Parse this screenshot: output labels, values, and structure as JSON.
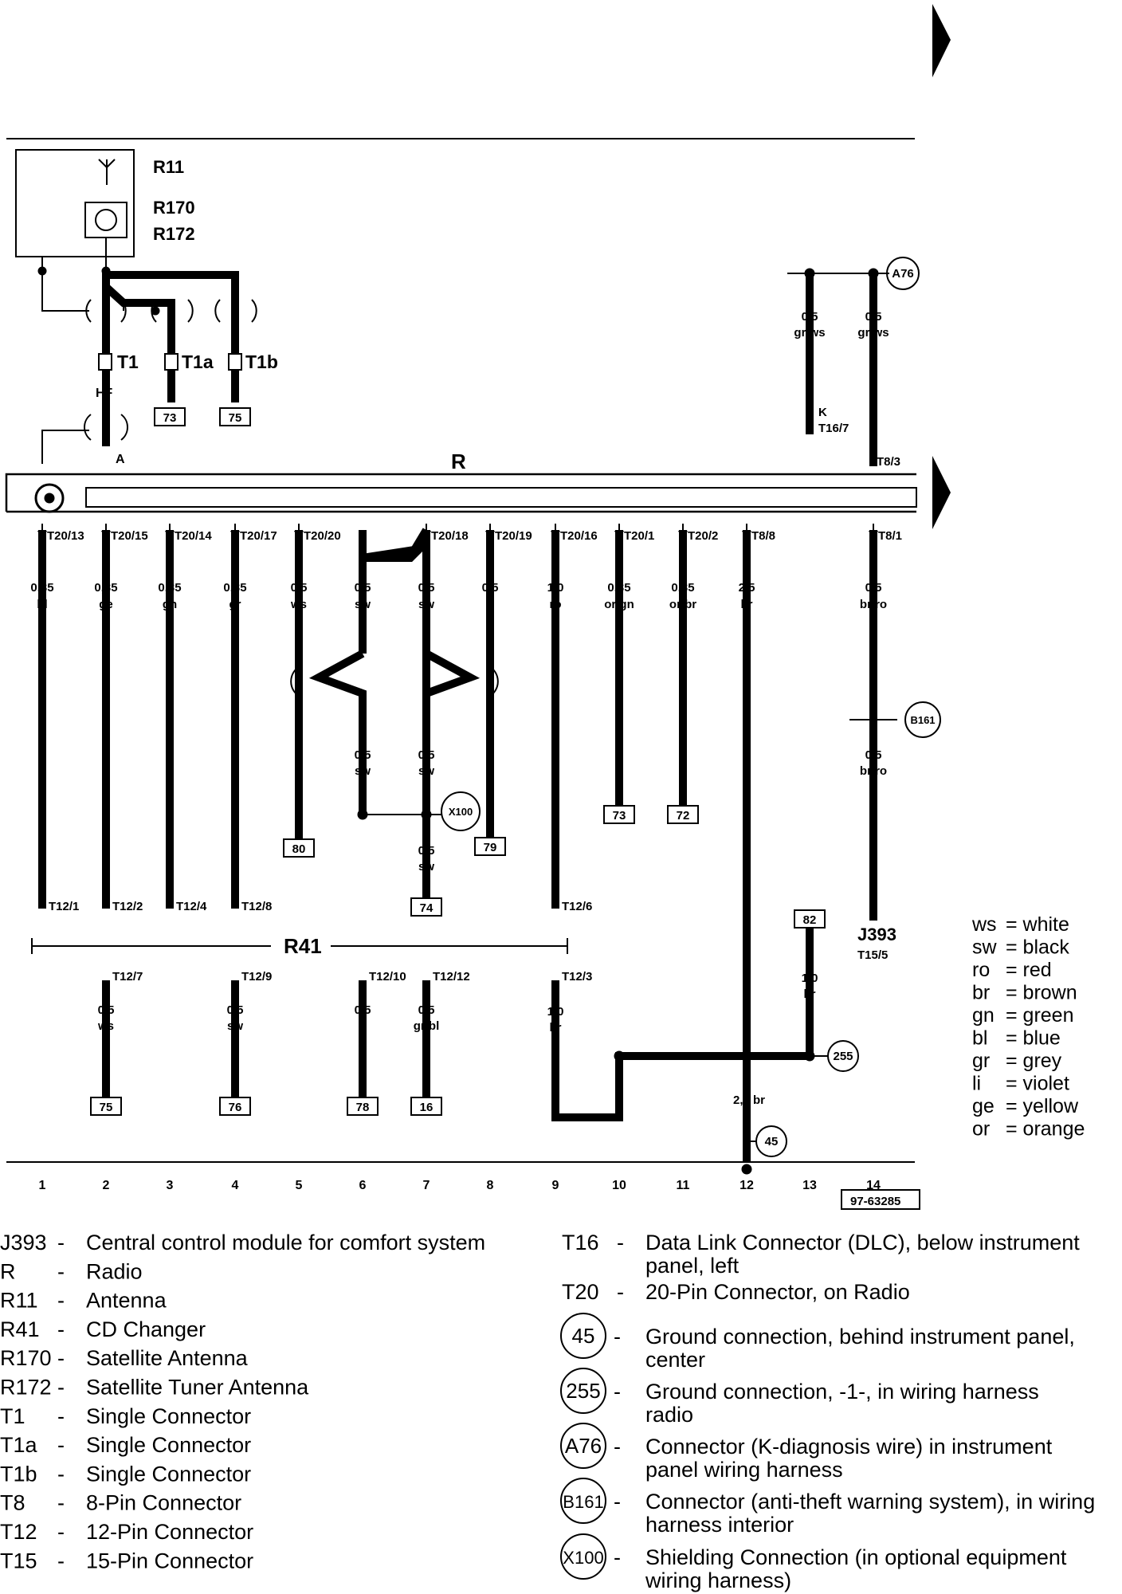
{
  "components": {
    "r11": "R11",
    "r170": "R170",
    "r172": "R172",
    "radio": "R",
    "r41": "R41",
    "j393": "J393",
    "j393_pin": "T15/5",
    "t1": "T1",
    "t1a": "T1a",
    "t1b": "T1b",
    "hf": "HF",
    "a": "A",
    "k": "K",
    "t16_7": "T16/7",
    "t8_3": "T8/3"
  },
  "diagram_id": "97-63285",
  "top_wires": [
    {
      "size": "0,5",
      "color": "gr/ws"
    },
    {
      "size": "0,5",
      "color": "gr/ws"
    }
  ],
  "radio_pins": [
    "T20/13",
    "T20/15",
    "T20/14",
    "T20/17",
    "T20/20",
    "T20/18",
    "T20/19",
    "T20/16",
    "T20/1",
    "T20/2",
    "T8/8",
    "T8/1"
  ],
  "main_wires": [
    {
      "size": "0,35",
      "color": "bl"
    },
    {
      "size": "0,35",
      "color": "ge"
    },
    {
      "size": "0,35",
      "color": "gn"
    },
    {
      "size": "0,35",
      "color": "gr"
    },
    {
      "size": "0,5",
      "color": "ws"
    },
    {
      "size": "0,5",
      "color": "sw"
    },
    {
      "size": "0,5",
      "color": "sw"
    },
    {
      "size": "0,5",
      "color": "li"
    },
    {
      "size": "1,0",
      "color": "ro"
    },
    {
      "size": "0,35",
      "color": "or/gn"
    },
    {
      "size": "0,35",
      "color": "or/br"
    },
    {
      "size": "2,5",
      "color": "br"
    },
    {
      "size": "0,5",
      "color": "br/ro"
    }
  ],
  "mid_wires": [
    {
      "size": "0,5",
      "color": "sw"
    },
    {
      "size": "0,5",
      "color": "sw"
    },
    {
      "size": "0,5",
      "color": "br/ro"
    },
    {
      "size": "0,5",
      "color": "sw"
    }
  ],
  "r41_pins_top": [
    "T12/1",
    "T12/2",
    "T12/4",
    "T12/8",
    "T12/6"
  ],
  "r41_pins_bottom": [
    "T12/7",
    "T12/9",
    "T12/10",
    "T12/12",
    "T12/3"
  ],
  "lower_wires": [
    {
      "size": "0,5",
      "color": "ws"
    },
    {
      "size": "0,5",
      "color": "sw"
    },
    {
      "size": "0,5",
      "color": "li"
    },
    {
      "size": "0,5",
      "color": "gr/bl"
    },
    {
      "size": "1,0",
      "color": "br"
    },
    {
      "size": "1,0",
      "color": "br"
    },
    {
      "size": "2,5",
      "color": "br"
    }
  ],
  "ref_boxes": [
    "73",
    "75",
    "80",
    "79",
    "74",
    "73",
    "72",
    "82",
    "75",
    "76",
    "78",
    "16"
  ],
  "circles": [
    "A76",
    "B161",
    "X100",
    "255",
    "45"
  ],
  "columns": [
    "1",
    "2",
    "3",
    "4",
    "5",
    "6",
    "7",
    "8",
    "9",
    "10",
    "11",
    "12",
    "13",
    "14"
  ],
  "color_legend": [
    {
      "code": "ws",
      "name": "white"
    },
    {
      "code": "sw",
      "name": "black"
    },
    {
      "code": "ro",
      "name": "red"
    },
    {
      "code": "br",
      "name": "brown"
    },
    {
      "code": "gn",
      "name": "green"
    },
    {
      "code": "bl",
      "name": "blue"
    },
    {
      "code": "gr",
      "name": "grey"
    },
    {
      "code": "li",
      "name": "violet"
    },
    {
      "code": "ge",
      "name": "yellow"
    },
    {
      "code": "or",
      "name": "orange"
    }
  ],
  "legend_left": [
    {
      "code": "J393",
      "desc": "Central control module for comfort system"
    },
    {
      "code": "R",
      "desc": "Radio"
    },
    {
      "code": "R11",
      "desc": "Antenna"
    },
    {
      "code": "R41",
      "desc": "CD Changer"
    },
    {
      "code": "R170",
      "desc": "Satellite Antenna"
    },
    {
      "code": "R172",
      "desc": "Satellite Tuner Antenna"
    },
    {
      "code": "T1",
      "desc": "Single Connector"
    },
    {
      "code": "T1a",
      "desc": "Single Connector"
    },
    {
      "code": "T1b",
      "desc": "Single Connector"
    },
    {
      "code": "T8",
      "desc": "8-Pin Connector"
    },
    {
      "code": "T12",
      "desc": "12-Pin Connector"
    },
    {
      "code": "T15",
      "desc": "15-Pin Connector"
    }
  ],
  "legend_right": [
    {
      "code": "T16",
      "line1": "Data Link Connector (DLC), below instrument",
      "line2": "panel, left"
    },
    {
      "code": "T20",
      "line1": "20-Pin Connector, on Radio",
      "line2": ""
    },
    {
      "code": "45",
      "line1": "Ground connection, behind instrument panel,",
      "line2": "center"
    },
    {
      "code": "255",
      "line1": "Ground connection, -1-, in wiring harness",
      "line2": "radio"
    },
    {
      "code": "A76",
      "line1": "Connector (K-diagnosis wire) in instrument",
      "line2": "panel wiring harness"
    },
    {
      "code": "B161",
      "line1": "Connector (anti-theft warning system), in wiring",
      "line2": "harness interior"
    },
    {
      "code": "X100",
      "line1": "Shielding Connection (in optional equipment",
      "line2": "wiring harness)"
    }
  ]
}
